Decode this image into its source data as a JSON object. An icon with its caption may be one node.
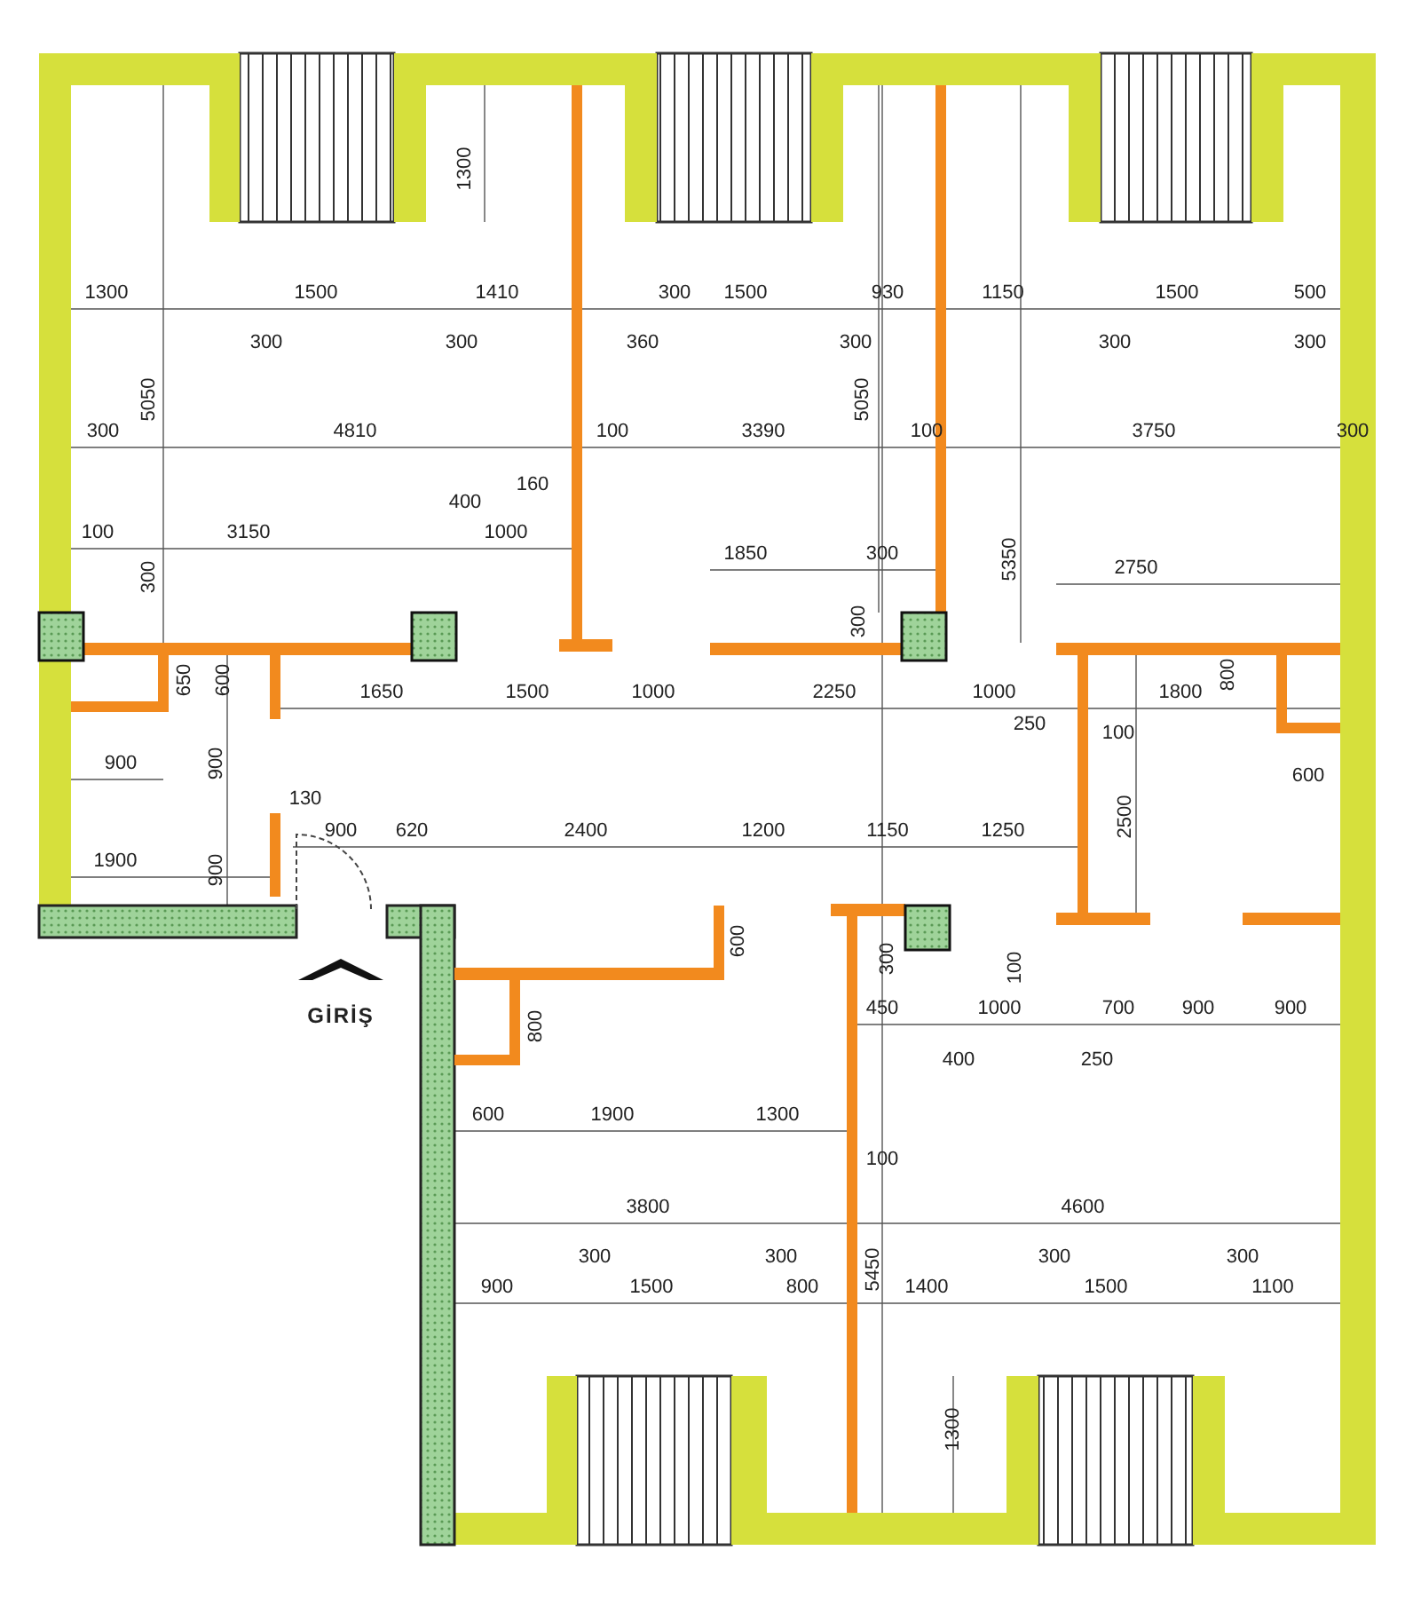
{
  "diagram": {
    "labels": [
      "1300",
      "1500",
      "1410",
      "300",
      "1500",
      "930",
      "1150",
      "1500",
      "500",
      "300",
      "300",
      "360",
      "300",
      "300",
      "300",
      "1300",
      "5050",
      "5050",
      "300",
      "4810",
      "100",
      "3390",
      "100",
      "3750",
      "300",
      "400",
      "160",
      "100",
      "3150",
      "1000",
      "1850",
      "300",
      "2750",
      "300",
      "300",
      "5350",
      "650",
      "600",
      "1650",
      "1500",
      "1000",
      "2250",
      "1000",
      "1800",
      "800",
      "250",
      "100",
      "600",
      "2500",
      "900",
      "900",
      "130",
      "900",
      "620",
      "2400",
      "1200",
      "1150",
      "1250",
      "1900",
      "900",
      "600",
      "300",
      "100",
      "GİRİŞ",
      "800",
      "450",
      "1000",
      "700",
      "900",
      "900",
      "400",
      "250",
      "600",
      "1900",
      "1300",
      "100",
      "3800",
      "4600",
      "5450",
      "300",
      "300",
      "300",
      "300",
      "900",
      "1500",
      "800",
      "1400",
      "1500",
      "1100",
      "1300"
    ]
  }
}
